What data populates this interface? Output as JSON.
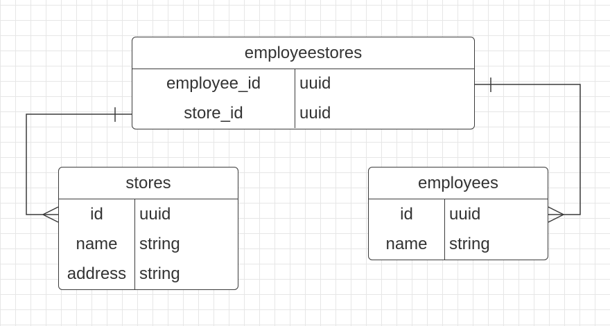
{
  "colors": {
    "line": "#3a3a3a",
    "text": "#333333",
    "grid": "#e6e6e6",
    "background": "#ffffff"
  },
  "entities": {
    "employeestores": {
      "title": "employeestores",
      "fields": [
        {
          "name": "employee_id",
          "type": "uuid"
        },
        {
          "name": "store_id",
          "type": "uuid"
        }
      ]
    },
    "stores": {
      "title": "stores",
      "fields": [
        {
          "name": "id",
          "type": "uuid"
        },
        {
          "name": "name",
          "type": "string"
        },
        {
          "name": "address",
          "type": "string"
        }
      ]
    },
    "employees": {
      "title": "employees",
      "fields": [
        {
          "name": "id",
          "type": "uuid"
        },
        {
          "name": "name",
          "type": "string"
        }
      ]
    }
  },
  "relationships": [
    {
      "from": "employeestores.store_id",
      "from_cardinality": "one",
      "to": "stores.id",
      "to_cardinality": "many"
    },
    {
      "from": "employeestores.employee_id",
      "from_cardinality": "one",
      "to": "employees.id",
      "to_cardinality": "many"
    }
  ]
}
